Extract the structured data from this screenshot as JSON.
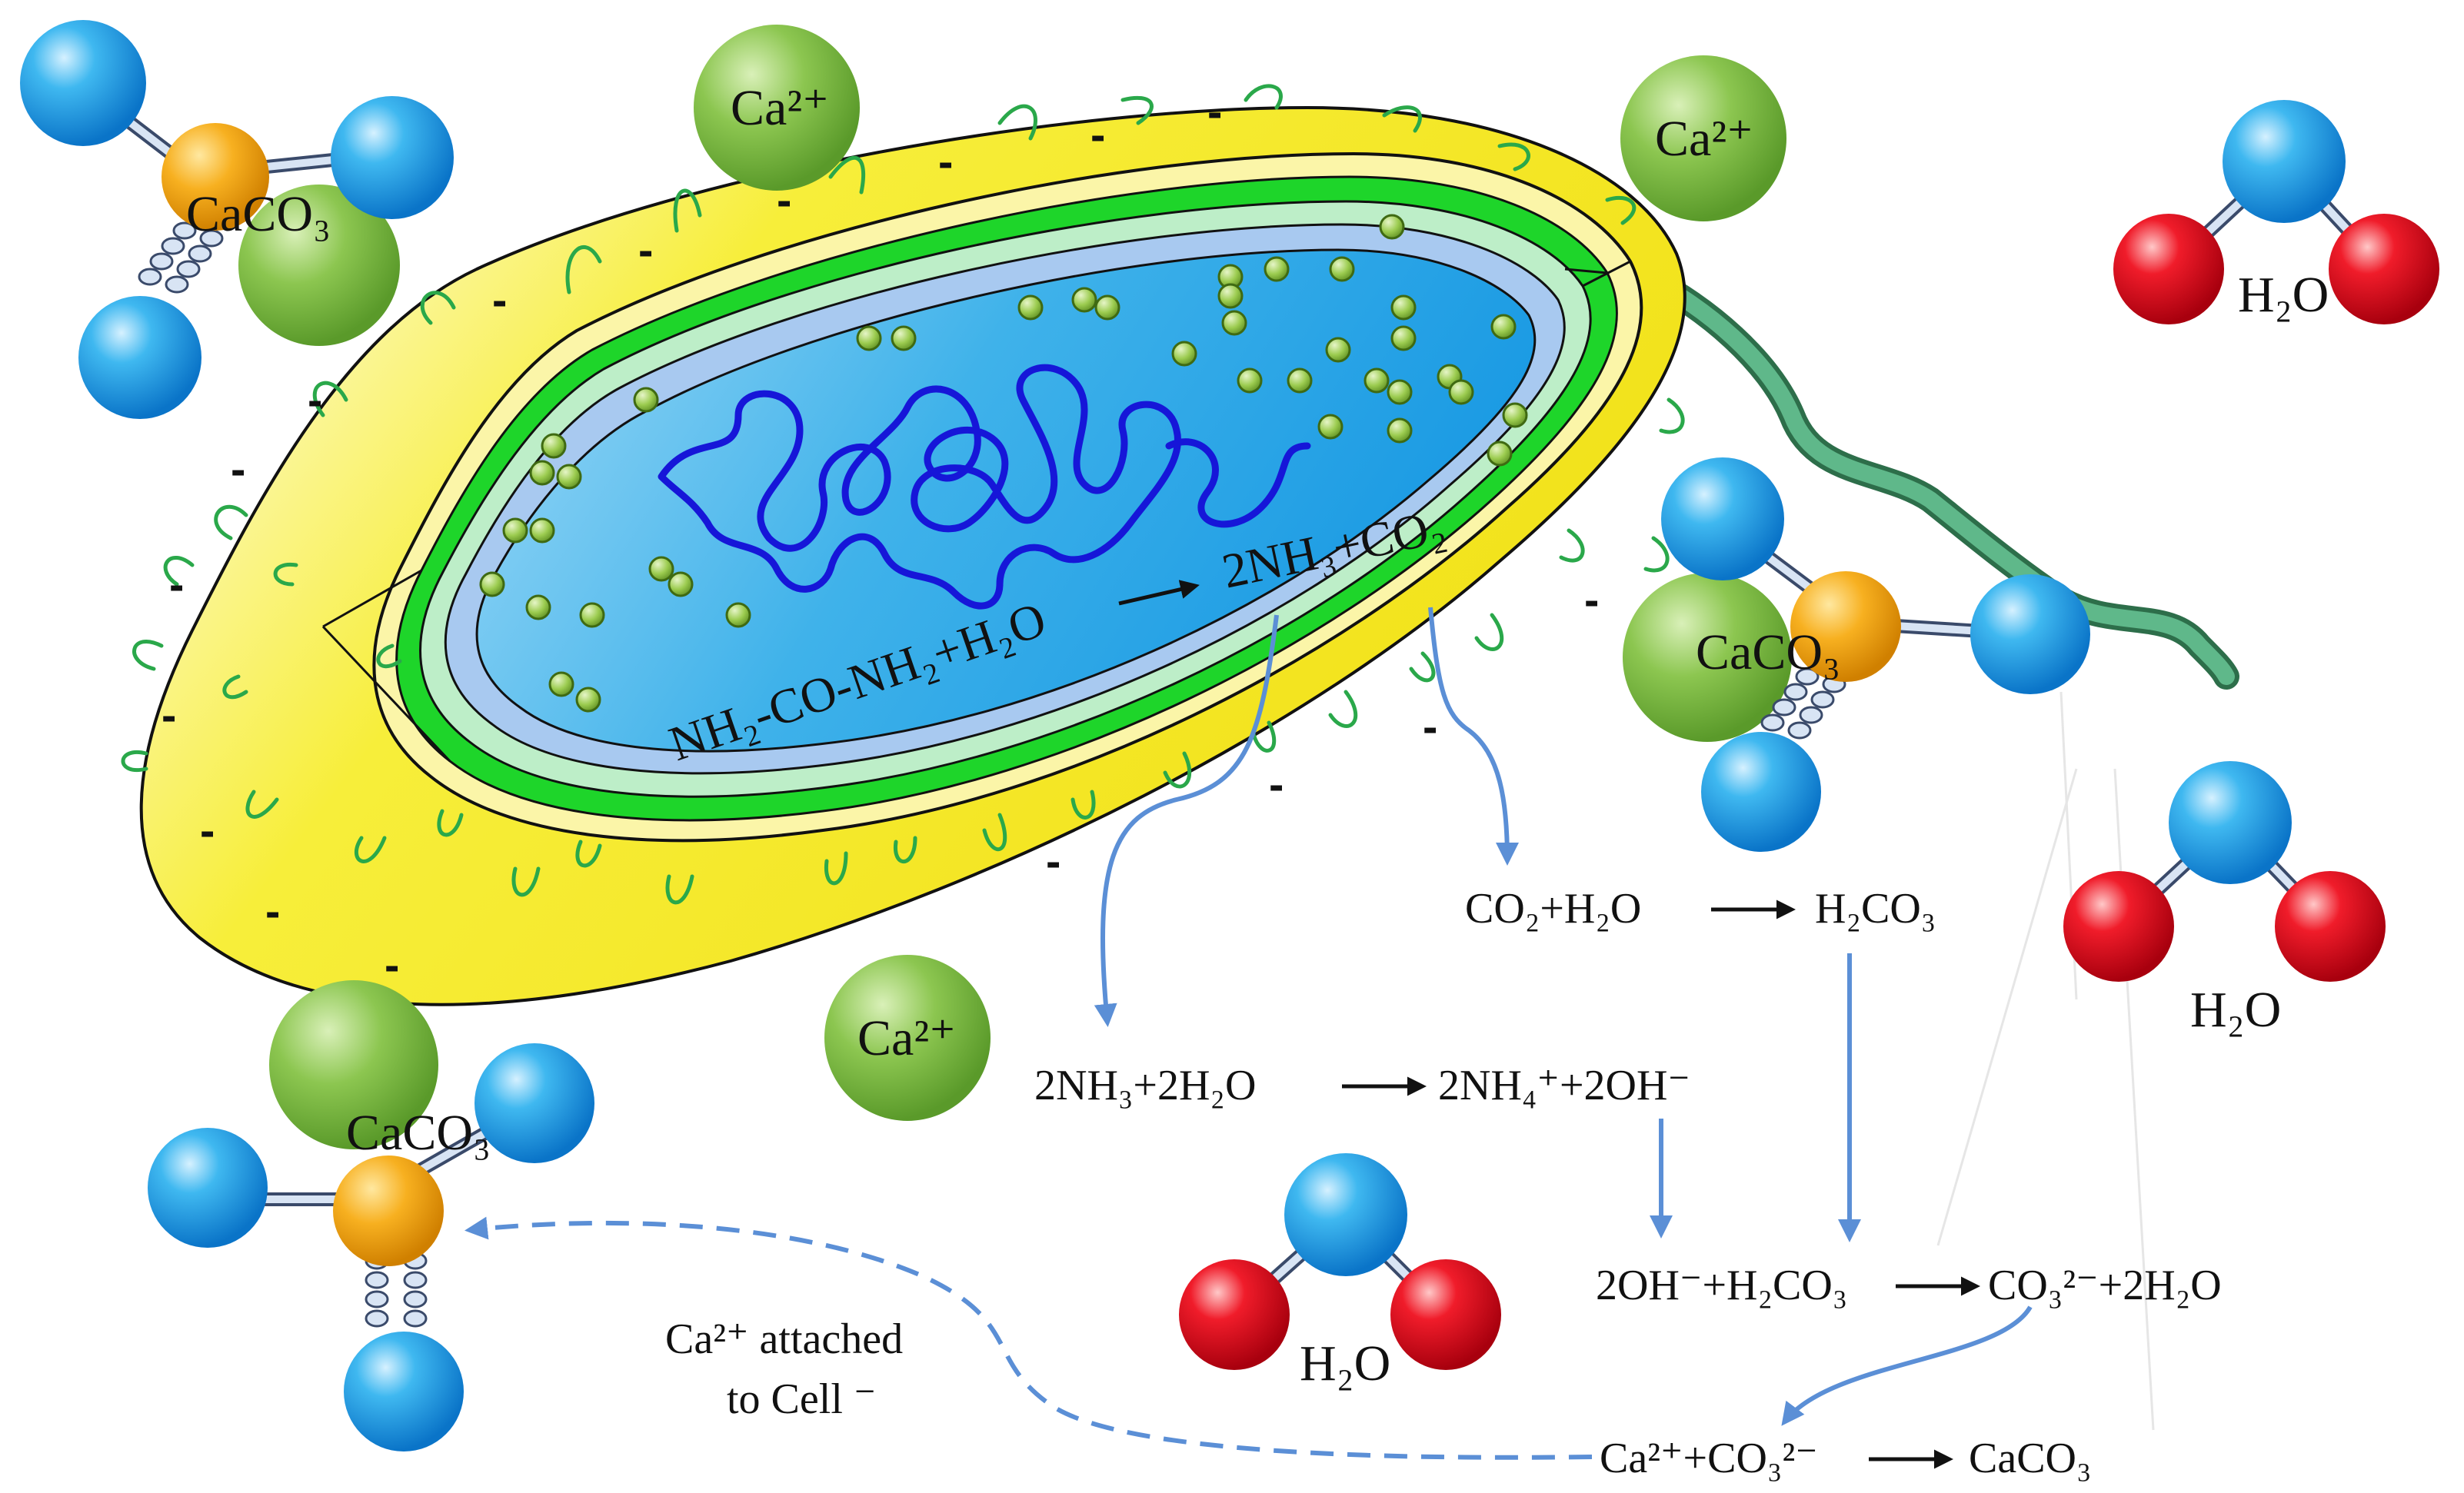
{
  "labels": {
    "ca_ion": "Ca²⁺",
    "caco3": "CaCO₃",
    "h2o": "H₂O",
    "negative_sign": "-"
  },
  "equations": {
    "urea_hydrolysis_left": "NH₂-CO-NH₂+H₂O",
    "urea_hydrolysis_right": "2NH₃+CO₂",
    "co2_hydration_left": "CO₂+H₂O",
    "co2_hydration_right": "H₂CO₃",
    "ammonia_left": "2NH₃+2H₂O",
    "ammonia_right": "2NH₄⁺+2OH⁻",
    "carbonate_left": "2OH⁻+H₂CO₃",
    "carbonate_right": "CO₃²⁻+2H₂O",
    "precip_left": "Ca²⁺+CO₃²⁻",
    "precip_right": "CaCO₃"
  },
  "annotation": {
    "line1": "Ca²⁺ attached",
    "line2": "to Cell ⁻"
  },
  "colors": {
    "capsule_yellow": "#f7ee1e",
    "capsule_light": "#fefbd2",
    "cell_wall_green": "#1ed52a",
    "light_green": "#b4ecc2",
    "membrane_blue": "#9fc3ee",
    "cytoplasm_blue": "#1ea3e8",
    "dna_blue": "#1414d6",
    "ribosome_green": "#8cc63f",
    "calcium_green": "#7ac043",
    "oxygen_blue": "#29a8e8",
    "hydrogen_red": "#e2001a",
    "carbon_orange": "#f3a81a",
    "flagellum_green": "#3a9c6a",
    "arrow_blue": "#5b8fd6"
  }
}
